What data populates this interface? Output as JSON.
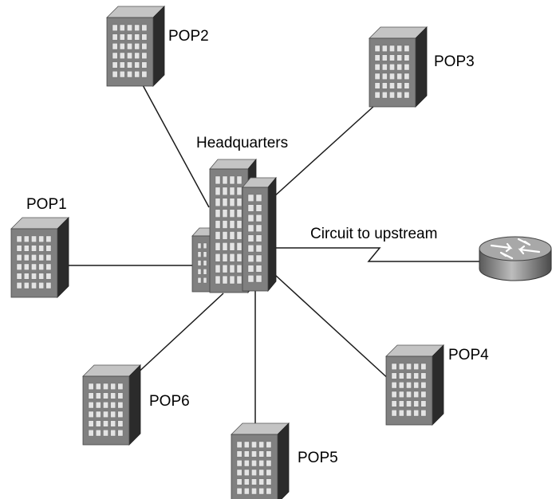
{
  "labels": {
    "hq": "Headquarters",
    "pop1": "POP1",
    "pop2": "POP2",
    "pop3": "POP3",
    "pop4": "POP4",
    "pop5": "POP5",
    "pop6": "POP6",
    "upstream": "Circuit to upstream"
  },
  "icons": {
    "building": "building-icon",
    "hq": "headquarters-building-icon",
    "router": "router-icon"
  },
  "colors": {
    "front": "#808080",
    "side": "#2b2b2b",
    "top": "#c4c4c4",
    "window": "#e4e4e4",
    "line": "#1a1a1a"
  }
}
